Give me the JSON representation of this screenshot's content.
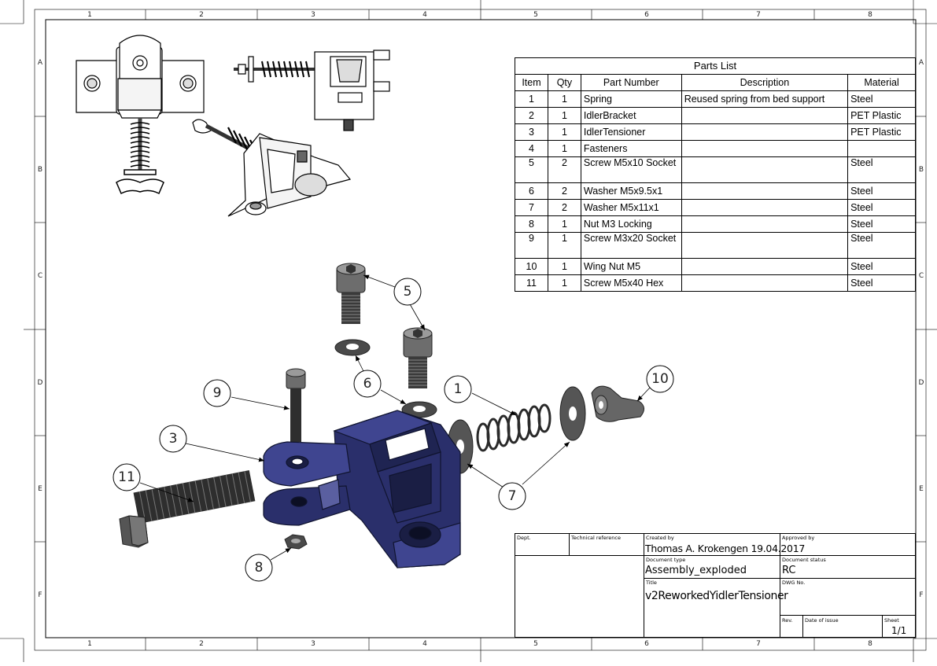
{
  "frame": {
    "columns": [
      "1",
      "2",
      "3",
      "4",
      "5",
      "6",
      "7",
      "8"
    ],
    "rows": [
      "A",
      "B",
      "C",
      "D",
      "E",
      "F"
    ]
  },
  "parts_list": {
    "title": "Parts List",
    "headers": [
      "Item",
      "Qty",
      "Part Number",
      "Description",
      "Material"
    ],
    "rows": [
      {
        "item": "1",
        "qty": "1",
        "part": "Spring",
        "desc": "Reused spring from bed support",
        "material": "Steel"
      },
      {
        "item": "2",
        "qty": "1",
        "part": "IdlerBracket",
        "desc": "",
        "material": "PET Plastic"
      },
      {
        "item": "3",
        "qty": "1",
        "part": "IdlerTensioner",
        "desc": "",
        "material": "PET Plastic"
      },
      {
        "item": "4",
        "qty": "1",
        "part": "Fasteners",
        "desc": "",
        "material": ""
      },
      {
        "item": "5",
        "qty": "2",
        "part": "Screw M5x10 Socket",
        "desc": "",
        "material": "Steel"
      },
      {
        "item": "6",
        "qty": "2",
        "part": "Washer M5x9.5x1",
        "desc": "",
        "material": "Steel"
      },
      {
        "item": "7",
        "qty": "2",
        "part": "Washer M5x11x1",
        "desc": "",
        "material": "Steel"
      },
      {
        "item": "8",
        "qty": "1",
        "part": "Nut M3 Locking",
        "desc": "",
        "material": "Steel"
      },
      {
        "item": "9",
        "qty": "1",
        "part": "Screw M3x20 Socket",
        "desc": "",
        "material": "Steel"
      },
      {
        "item": "10",
        "qty": "1",
        "part": "Wing Nut M5",
        "desc": "",
        "material": "Steel"
      },
      {
        "item": "11",
        "qty": "1",
        "part": "Screw M5x40 Hex",
        "desc": "",
        "material": "Steel"
      }
    ]
  },
  "balloons": [
    "5",
    "6",
    "9",
    "1",
    "10",
    "3",
    "11",
    "7",
    "8"
  ],
  "title_block": {
    "dept_label": "Dept.",
    "tech_ref_label": "Technical reference",
    "created_by_label": "Created by",
    "created_by": "Thomas A. Krokengen 19.04.2017",
    "approved_by_label": "Approved by",
    "doc_type_label": "Document type",
    "doc_type": "Assembly_exploded",
    "doc_status_label": "Document status",
    "doc_status": "RC",
    "title_label": "Title",
    "title": "v2ReworkedYidlerTensioner",
    "dwg_label": "DWG No.",
    "rev_label": "Rev.",
    "date_label": "Date of issue",
    "sheet_label": "Sheet",
    "sheet": "1/1"
  },
  "colors": {
    "tensioner": "#2a2f6b",
    "tensioner_light": "#3f4590",
    "metal": "#3a3a3a",
    "metal_light": "#8a8a8a"
  }
}
